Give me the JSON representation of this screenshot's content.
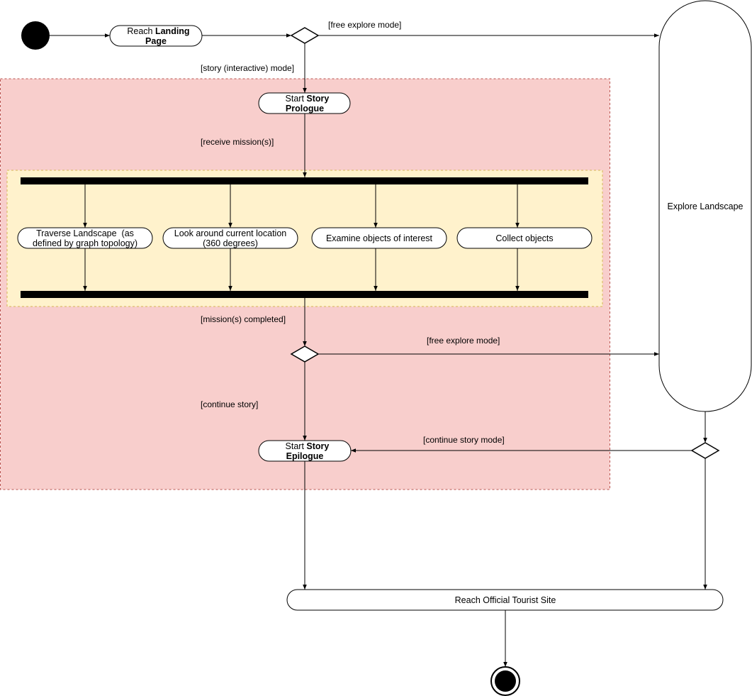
{
  "colors": {
    "story_region_fill": "#f8cecc",
    "story_region_stroke": "#b85450",
    "parallel_region_fill": "#fff2cc",
    "parallel_region_stroke": "#d6b656"
  },
  "nodes": {
    "landing": {
      "pre": "Reach ",
      "bold_line1": "Landing",
      "bold_line2": "Page"
    },
    "prologue": {
      "pre": "Start ",
      "bold_line1": "Story",
      "bold_line2": "Prologue"
    },
    "traverse": {
      "line1": "Traverse Landscape  (as",
      "line2": "defined by graph topology)"
    },
    "look": {
      "line1": "Look around current location",
      "line2": "(360 degrees)"
    },
    "examine": {
      "label": "Examine objects of interest"
    },
    "collect": {
      "label": "Collect objects"
    },
    "epilogue": {
      "pre": "Start ",
      "bold_line1": "Story",
      "bold_line2": "Epilogue"
    },
    "explore": {
      "label": "Explore Landscape"
    },
    "tourist": {
      "label": "Reach Official Tourist Site"
    }
  },
  "guards": {
    "free_explore_1": "[free explore mode]",
    "story_mode": "[story (interactive) mode]",
    "receive_missions": "[receive mission(s)]",
    "missions_completed": "[mission(s) completed]",
    "free_explore_2": "[free explore mode]",
    "continue_story": "[continue story]",
    "continue_story_mode": "[continue story mode]"
  }
}
